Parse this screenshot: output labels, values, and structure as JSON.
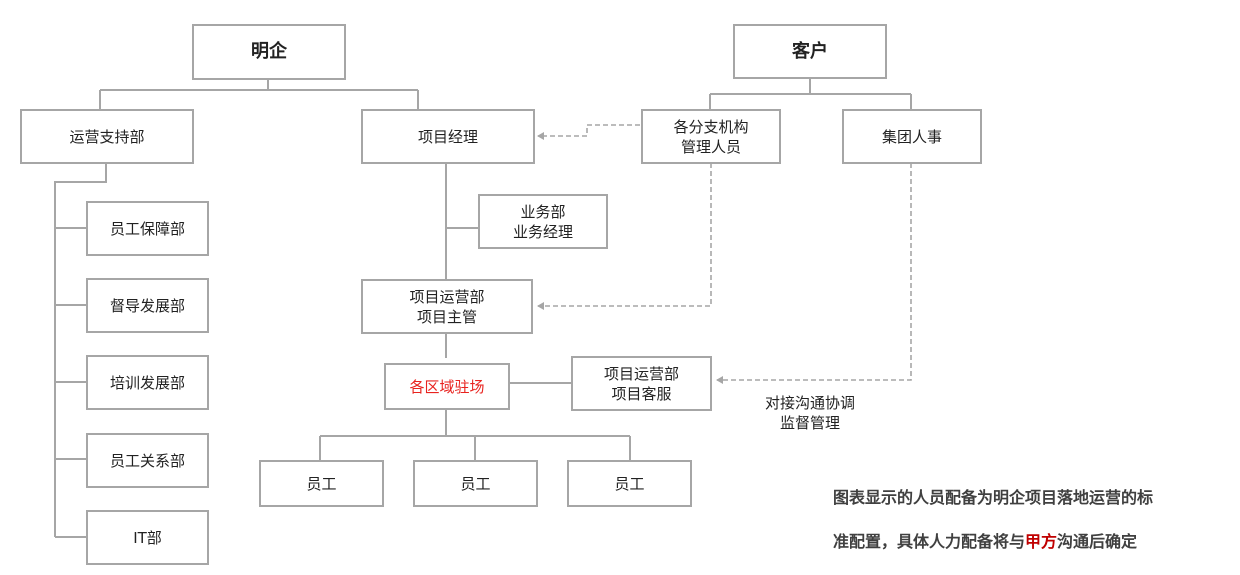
{
  "title": "明企项目人员配备组织架构图",
  "nodes": {
    "mingqi": "明企",
    "kehu": "客户",
    "yunying_zhichi": "运营支持部",
    "xiangmu_jingli": "项目经理",
    "fenzhi_line1": "各分支机构",
    "fenzhi_line2": "管理人员",
    "jituan_renshi": "集团人事",
    "yewu_line1": "业务部",
    "yewu_line2": "业务经理",
    "zhuguan_line1": "项目运营部",
    "zhuguan_line2": "项目主管",
    "quyu_zhuchang": "各区域驻场",
    "kefu_line1": "项目运营部",
    "kefu_line2": "项目客服",
    "employees": [
      "员工",
      "员工",
      "员工"
    ],
    "departments": [
      "员工保障部",
      "督导发展部",
      "培训发展部",
      "员工关系部",
      "IT部"
    ]
  },
  "annotation": {
    "line1": "对接沟通协调",
    "line2": "监督管理"
  },
  "footer": {
    "line1": "图表显示的人员配备为明企项目落地运营的标",
    "line2_prefix": "准配置，具体人力配备将与",
    "line2_highlight": "甲方",
    "line2_suffix": "沟通后确定"
  },
  "colors": {
    "border": "#a6a6a6",
    "highlight_red": "#e8231f",
    "footer_red": "#c00000"
  }
}
